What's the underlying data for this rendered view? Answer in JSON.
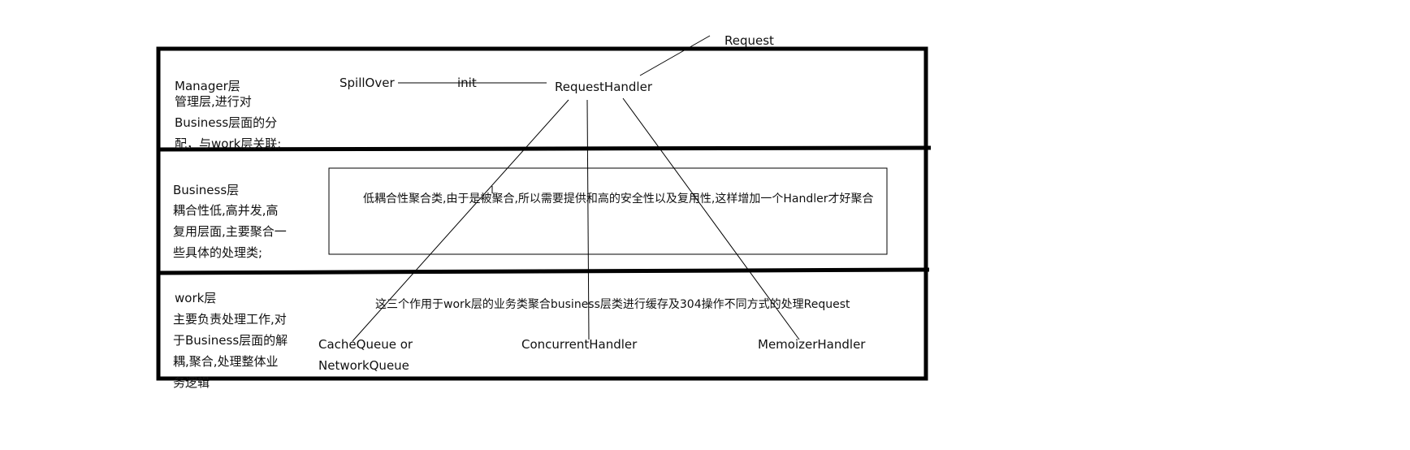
{
  "top_label": "Request",
  "manager": {
    "title": "Manager层",
    "desc_lines": [
      "管理层,进行对",
      "Business层面的分",
      "配，与work层关联;"
    ],
    "spillover": "SpillOver",
    "init": "init",
    "request_handler": "RequestHandler"
  },
  "business": {
    "title": "Business层",
    "desc_lines": [
      "耦合性低,高并发,高",
      "复用层面,主要聚合一",
      "些具体的处理类;"
    ],
    "box_text": "低耦合性聚合类,由于是被聚合,所以需要提供和高的安全性以及复用性,这样增加一个Handler才好聚合"
  },
  "work": {
    "title": "work层",
    "desc_lines": [
      "主要负责处理工作,对",
      "于Business层面的解",
      "耦,聚合,处理整体业",
      "务逻辑"
    ],
    "note": "这三个作用于work层的业务类聚合business层类进行缓存及304操作不同方式的处理Request",
    "handlers": [
      "CacheQueue or",
      "NetworkQueue",
      "ConcurrentHandler",
      "MemoizerHandler"
    ]
  }
}
